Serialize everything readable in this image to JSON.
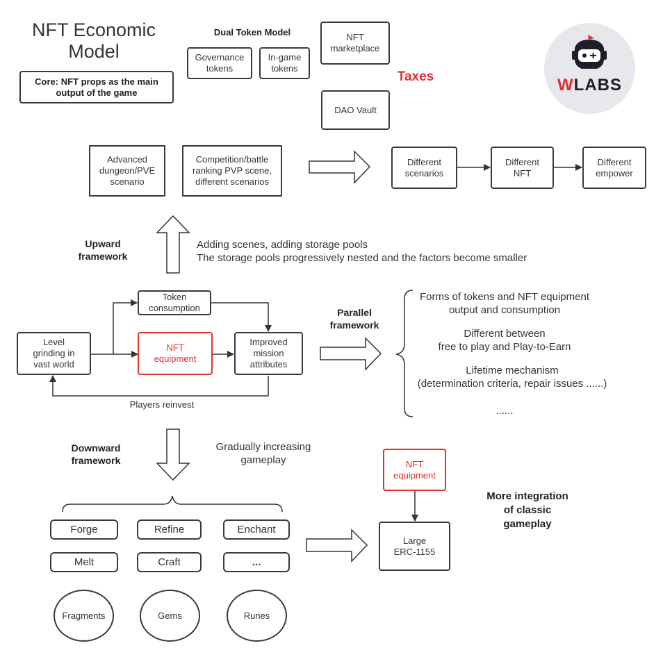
{
  "title": "NFT Economic\nModel",
  "core": "Core: NFT props as the main\noutput of the game",
  "dual_token": {
    "heading": "Dual Token Model",
    "governance": "Governance\ntokens",
    "ingame": "In-game\ntokens"
  },
  "marketplace": "NFT\nmarketplace",
  "dao": "DAO Vault",
  "taxes": "Taxes",
  "logo": {
    "text": "WLABS",
    "accent": "#e03030"
  },
  "upper": {
    "advanced": "Advanced\ndungeon/PVE\nscenario",
    "competition": "Competition/battle\nranking PVP scene,\ndifferent scenarios",
    "scenarios": "Different\nscenarios",
    "nft": "Different\nNFT",
    "empower": "Different\nempower"
  },
  "upward": {
    "label": "Upward\nframework",
    "desc": "Adding scenes, adding storage pools\nThe storage pools progressively nested and the factors become smaller"
  },
  "loop": {
    "level": "Level\ngrinding in\nvast world",
    "token": "Token\nconsumption",
    "nft": "NFT\nequipment",
    "improved": "Improved\nmission\nattributes",
    "reinvest": "Players reinvest"
  },
  "parallel": {
    "label": "Parallel\nframework",
    "items": [
      "Forms of tokens and NFT equipment\noutput and consumption",
      "Different between\nfree to play and  Play-to-Earn",
      "Lifetime mechanism\n(determination criteria, repair issues ......)",
      "......"
    ]
  },
  "downward": {
    "label": "Downward\nframework",
    "desc": "Gradually increasing\ngameplay"
  },
  "gameplay": {
    "forge": "Forge",
    "refine": "Refine",
    "enchant": "Enchant",
    "melt": "Melt",
    "craft": "Craft",
    "more": "...",
    "fragments": "Fragments",
    "gems": "Gems",
    "runes": "Runes"
  },
  "bottom_right": {
    "nft": "NFT\nequipment",
    "erc": "Large\nERC-1155",
    "integration": "More integration\nof classic\ngameplay"
  }
}
